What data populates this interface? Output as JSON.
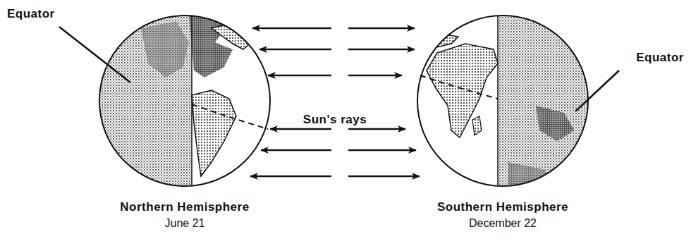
{
  "diagram": {
    "labels": [
      "Equator",
      "Sun's rays",
      "Equator",
      "Northern Hemisphere",
      "June 21",
      "Southern Hemisphere",
      "December 22"
    ]
  }
}
